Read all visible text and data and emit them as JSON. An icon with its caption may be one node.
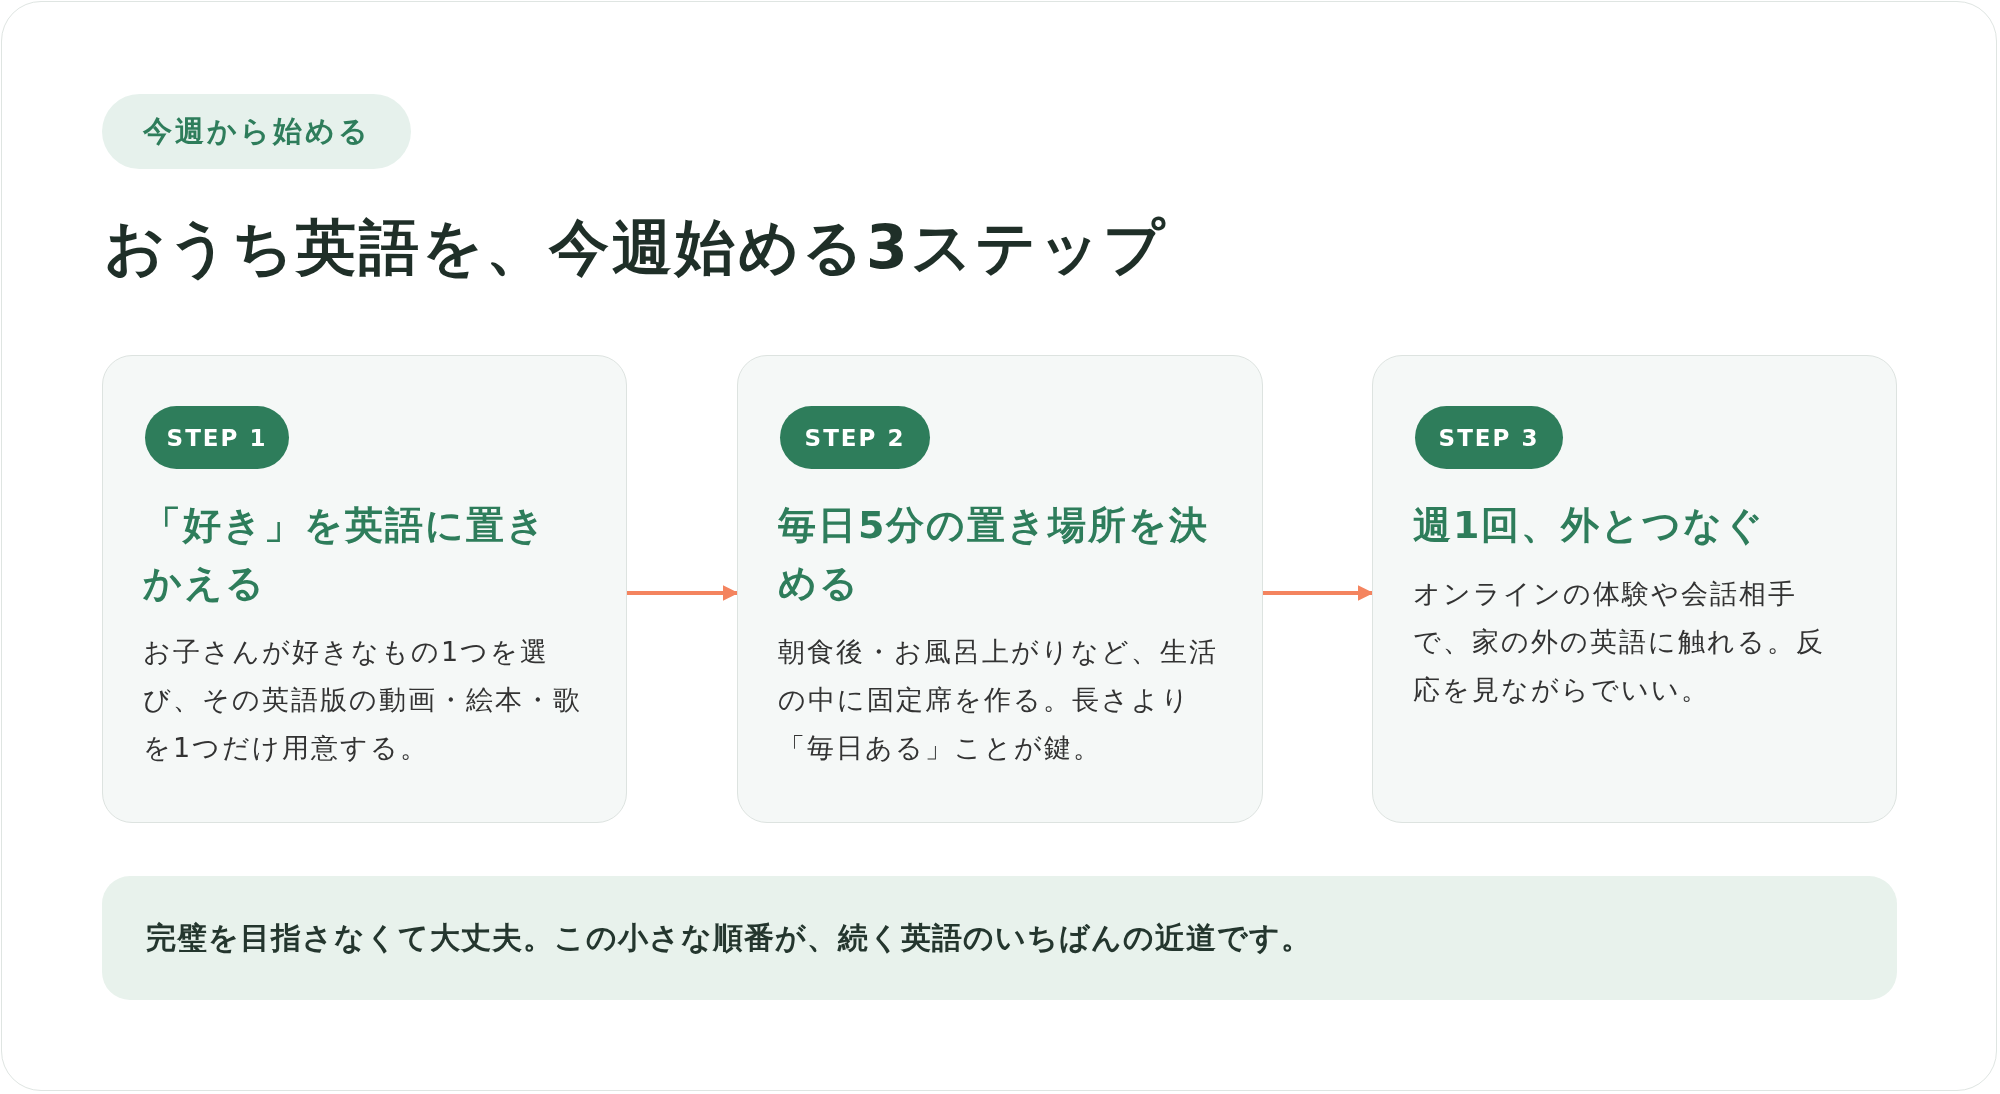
{
  "diagram": {
    "title": "おうち英語を、**今週始める3ステップ**",
    "nodes": [
      {
        "text": [
          "今週から始める"
        ]
      },
      {
        "text": [
          "「好き」を英語に置きかえる",
          "お子さんが好きなもの1つを選び、その英語版の動画・絵本・歌を1つだけ用意する。"
        ]
      },
      {
        "text": [
          "STEP 1"
        ],
        "in": 1
      },
      {
        "text": [
          "毎日5分の置き場所を決める",
          "朝食後・お風呂上がりなど、生活の中に固定席を作る。長さより「毎日ある」ことが鍵。"
        ]
      },
      {
        "text": [
          "STEP 2"
        ],
        "in": 3
      },
      {
        "text": [
          "週1回、外とつなぐ",
          "オンラインの体験や会話相手で、家の外の英語に触れる。反応を見ながらでいい。"
        ]
      },
      {
        "text": [
          "STEP 3"
        ],
        "in": 5
      },
      {
        "text": [
          "完璧を目指さなくて大丈夫。この小さな順番が、続く英語のいちばんの近道です。"
        ]
      }
    ],
    "edges": [
      {
        "from": 1,
        "to": 3,
        "arrow": "to"
      },
      {
        "from": 3,
        "to": 5,
        "arrow": "to"
      }
    ]
  }
}
